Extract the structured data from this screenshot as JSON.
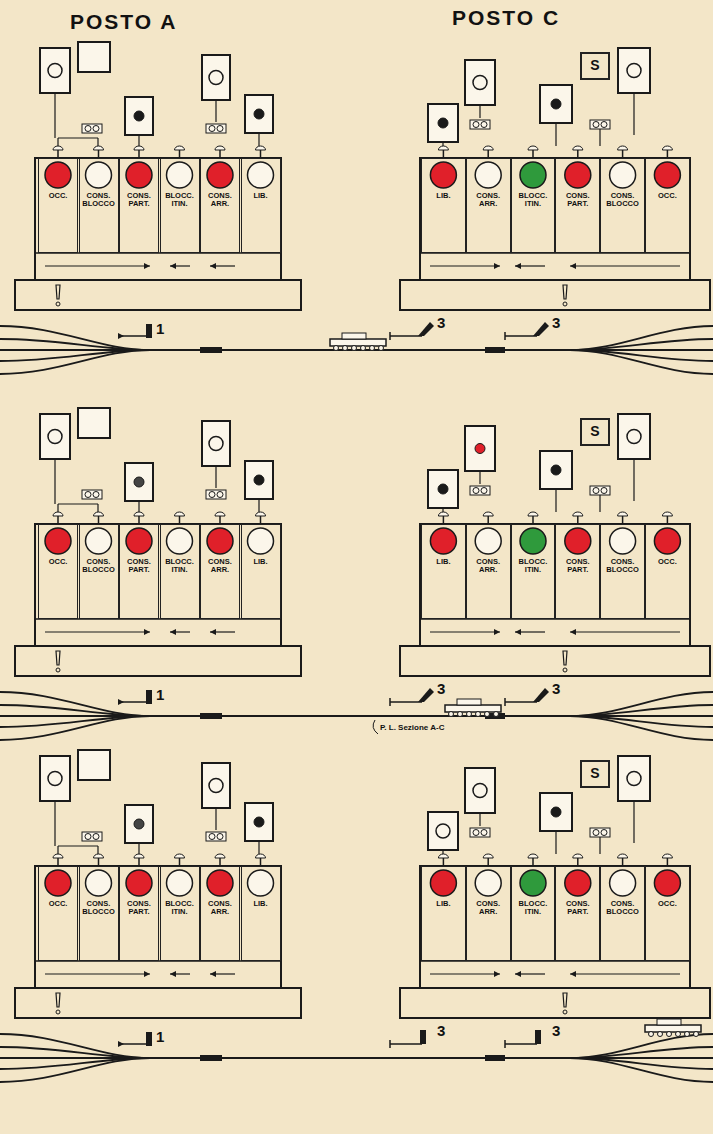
{
  "diagram": {
    "nodes": [
      {
        "text": [
          "OCC."
        ]
      },
      {
        "text": [
          "CONS. BLOCCO"
        ]
      },
      {
        "text": [
          "CONS. PART."
        ]
      },
      {
        "text": [
          "BLOCC. ITIN."
        ]
      },
      {
        "text": [
          "CONS. ARR."
        ]
      },
      {
        "text": [
          "LIB."
        ]
      },
      {
        "text": [
          "S"
        ]
      },
      {
        "text": [
          "LIB."
        ]
      },
      {
        "text": [
          "CONS. ARR."
        ]
      },
      {
        "text": [
          "BLOCC. ITIN."
        ]
      },
      {
        "text": [
          "CONS. PART."
        ]
      },
      {
        "text": [
          "CONS. BLOCCO"
        ]
      },
      {
        "text": [
          "OCC."
        ]
      },
      {
        "text": [
          "OCC."
        ]
      },
      {
        "text": [
          "CONS. BLOCCO"
        ]
      },
      {
        "text": [
          "CONS. PART."
        ]
      },
      {
        "text": [
          "BLOCC. ITIN."
        ]
      },
      {
        "text": [
          "CONS. ARR."
        ]
      },
      {
        "text": [
          "LIB."
        ]
      },
      {
        "text": [
          "S"
        ]
      },
      {
        "text": [
          "LIB."
        ]
      },
      {
        "text": [
          "CONS. ARR."
        ]
      },
      {
        "text": [
          "BLOCC. ITIN."
        ]
      },
      {
        "text": [
          "CONS. PART."
        ]
      },
      {
        "text": [
          "CONS. BLOCCO"
        ]
      },
      {
        "text": [
          "OCC."
        ]
      },
      {
        "text": [
          "OCC."
        ]
      },
      {
        "text": [
          "CONS. BLOCCO"
        ]
      },
      {
        "text": [
          "CONS. PART."
        ]
      },
      {
        "text": [
          "BLOCC. ITIN."
        ]
      },
      {
        "text": [
          "CONS. ARR."
        ]
      },
      {
        "text": [
          "LIB."
        ]
      },
      {
        "text": [
          "S"
        ]
      },
      {
        "text": [
          "LIB."
        ]
      },
      {
        "text": [
          "CONS. ARR."
        ]
      },
      {
        "text": [
          "BLOCC. ITIN."
        ]
      },
      {
        "text": [
          "CONS. PART."
        ]
      },
      {
        "text": [
          "CONS. BLOCCO"
        ]
      },
      {
        "text": [
          "OCC."
        ]
      }
    ],
    "labels": [
      "POSTO A",
      "POSTO C",
      "1",
      "3",
      "3",
      "1",
      "3",
      "3",
      "P. L. Sezione A-C",
      "1",
      "3",
      "3"
    ]
  }
}
